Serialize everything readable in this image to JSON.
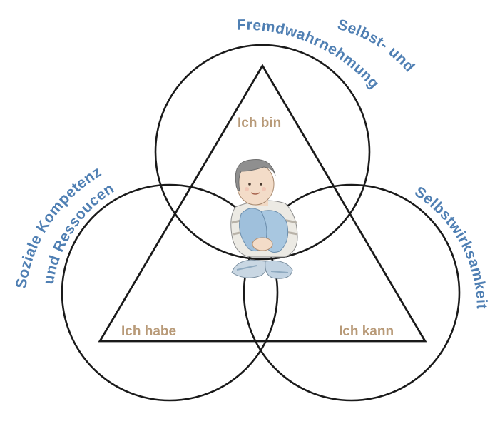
{
  "inner": {
    "top": "Ich bin",
    "left": "Ich habe",
    "right": "Ich kann"
  },
  "outer": {
    "top_line1": "Fremdwahrnehmung",
    "top_line2": "Selbst- und",
    "left_line1": "Soziale Kompetenz",
    "left_line2": "und Ressoucen",
    "right": "Selbstwirksamkeit"
  },
  "colors": {
    "inner_text": "#b89a78",
    "outer_text": "#4f7fb3",
    "lines": "#1a1a1a"
  },
  "figure": "child-sitting-hugging-knees-illustration"
}
